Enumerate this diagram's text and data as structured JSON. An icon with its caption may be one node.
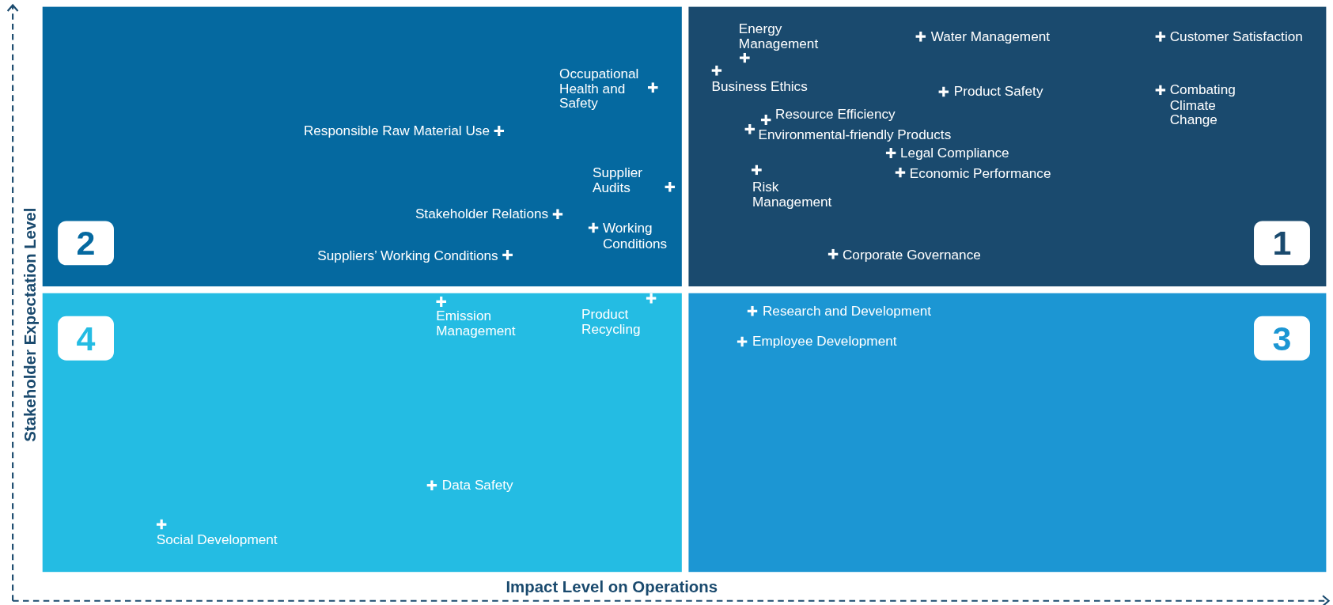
{
  "diagram": {
    "nodes": [
      {
        "text": [
          "2"
        ]
      },
      {
        "text": [
          "1"
        ]
      },
      {
        "text": [
          "4"
        ]
      },
      {
        "text": [
          "3"
        ]
      }
    ],
    "labels": [
      "Stakeholder Expectation Level",
      "Energy Management",
      "Water Management",
      "Customer Satisfaction",
      "Occupational Health and Safety",
      "Business Ethics",
      "Product Safety",
      "Combating Climate Change",
      "Responsible Raw Material Use",
      "Resource Efficiency",
      "Environmental-friendly Products",
      "Legal Compliance",
      "Economic Performance",
      "Risk Management",
      "Supplier Audits",
      "Stakeholder Relations",
      "Working Conditions",
      "Suppliers’ Working Conditions",
      "Corporate Governance",
      "Emission Management",
      "Product Recycling",
      "Research and Development",
      "Employee Development",
      "Data Safety",
      "Social Development",
      "Impact Level on Operations"
    ]
  }
}
